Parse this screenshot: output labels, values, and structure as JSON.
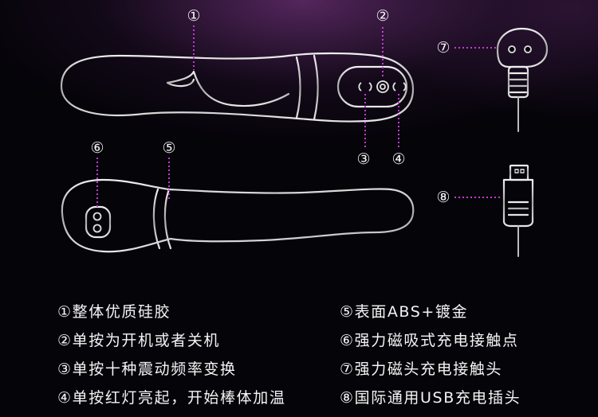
{
  "callouts": {
    "c1": "①",
    "c2": "②",
    "c3": "③",
    "c4": "④",
    "c5": "⑤",
    "c6": "⑥",
    "c7": "⑦",
    "c8": "⑧"
  },
  "legend": {
    "left": [
      "①整体优质硅胶",
      "②单按为开机或者关机",
      "③单按十种震动频率变换",
      "④单按红灯亮起，开始棒体加温"
    ],
    "right": [
      "⑤表面ABS+镀金",
      "⑥强力磁吸式充电接触点",
      "⑦强力磁头充电接触头",
      "⑧国际通用USB充电插头"
    ]
  },
  "colors": {
    "background": "#050409",
    "glow": "#622c6c",
    "outline": "#dcdcdc",
    "leader": "#c23bd0",
    "text": "#f4f4f4"
  }
}
